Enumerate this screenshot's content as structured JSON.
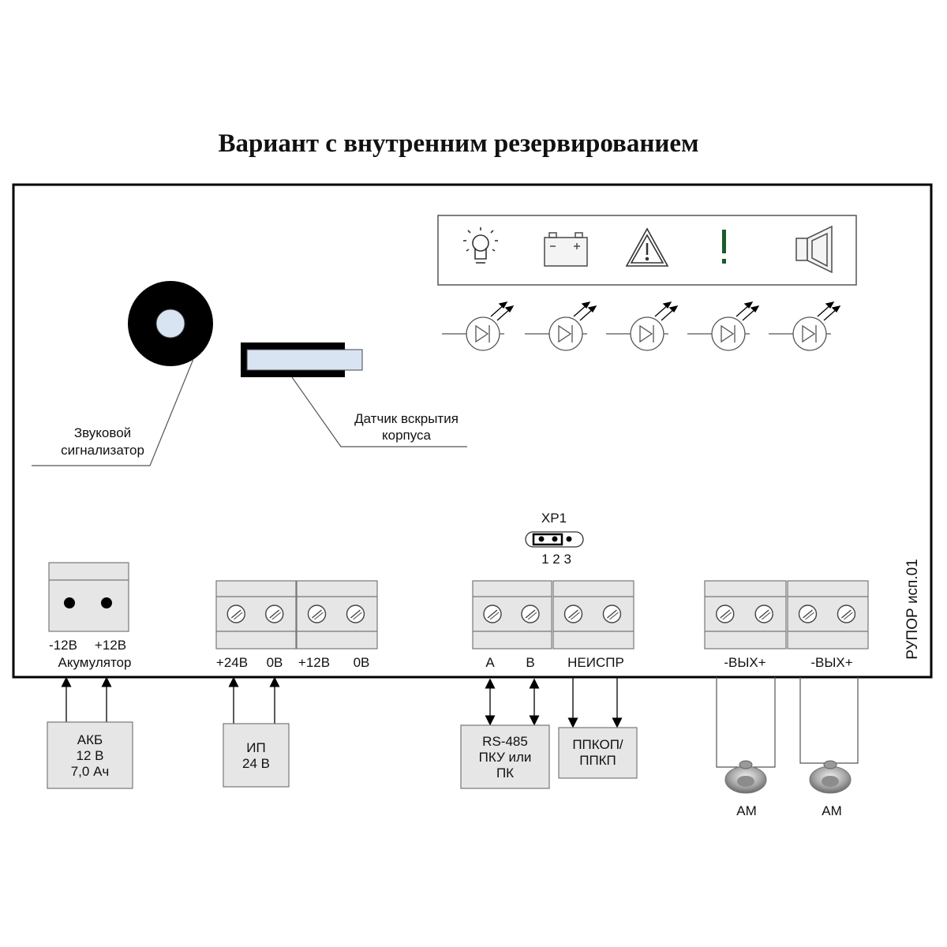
{
  "title": "Вариант с внутренним резервированием",
  "device_name": "РУПОР исп.01",
  "buzzer_label": [
    "Звуковой",
    "сигнализатор"
  ],
  "tamper_label": [
    "Датчик вскрытия",
    "корпуса"
  ],
  "jumper": {
    "name": "XP1",
    "pins": "1 2 3"
  },
  "indicators": [
    {
      "icon": "light-bulb-icon"
    },
    {
      "icon": "battery-icon"
    },
    {
      "icon": "warning-triangle-icon"
    },
    {
      "icon": "exclamation-icon",
      "color": "#1a5c2a"
    },
    {
      "icon": "speaker-icon"
    }
  ],
  "terminals": {
    "battery": {
      "pins": [
        "-12В",
        "+12В"
      ],
      "caption": "Акумулятор"
    },
    "power": [
      "+24В",
      "0В",
      "+12В",
      "0В"
    ],
    "interface": [
      "А",
      "В",
      "НЕИСПР"
    ],
    "outputs": [
      "-ВЫХ+",
      "-ВЫХ+"
    ]
  },
  "external": {
    "akb": [
      "АКБ",
      "12 В",
      "7,0 Ач"
    ],
    "ip": [
      "ИП",
      "24 В"
    ],
    "rs485": [
      "RS-485",
      "ПКУ или",
      "ПК"
    ],
    "ppk": [
      "ППКОП/",
      "ППКП"
    ],
    "speakers": [
      "АМ",
      "АМ"
    ]
  }
}
